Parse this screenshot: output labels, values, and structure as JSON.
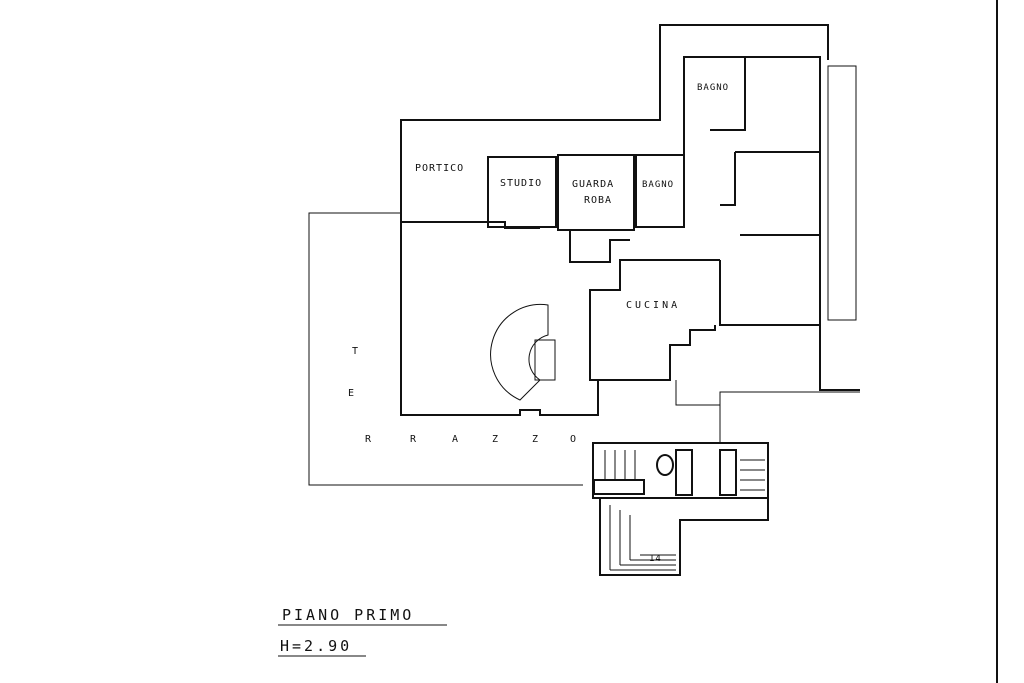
{
  "plan": {
    "rooms": {
      "portico": "PORTICO",
      "studio": "STUDIO",
      "guardaroba_1": "GUARDA",
      "guardaroba_2": "ROBA",
      "bagno_1": "BAGNO",
      "bagno_2": "BAGNO",
      "cucina": "CUCINA"
    },
    "terrazzo_letters": [
      "T",
      "E",
      "R",
      "R",
      "A",
      "Z",
      "Z",
      "O"
    ],
    "stair_steps": "14"
  },
  "title": {
    "floor": "PIANO PRIMO",
    "height": "H=2.90"
  }
}
